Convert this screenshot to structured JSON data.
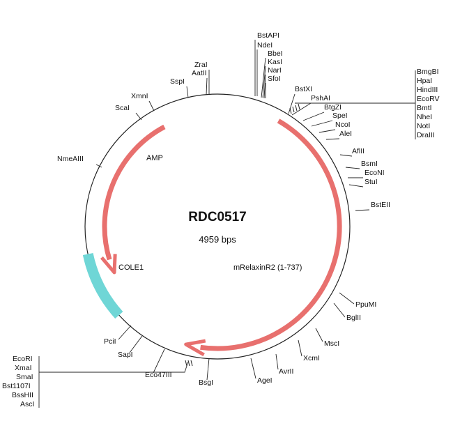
{
  "plasmid": {
    "name": "RDC0517",
    "size_label": "4959 bps"
  },
  "features": [
    {
      "id": "amp",
      "label": "AMP",
      "color": "#e8706e",
      "direction": "reverse"
    },
    {
      "id": "mrelaxin",
      "label": "mRelaxinR2 (1-737)",
      "color": "#e8706e",
      "direction": "forward"
    },
    {
      "id": "cole1",
      "label": "COLE1",
      "color": "#6fd6d6",
      "direction": "none"
    }
  ],
  "sites": {
    "bstapi": "BstAPI",
    "ndei": "NdeI",
    "bbei": "BbeI",
    "kasi": "KasI",
    "nari": "NarI",
    "sfoi": "SfoI",
    "zrai": "ZraI",
    "aatii": "AatII",
    "sspi": "SspI",
    "xmni": "XmnI",
    "scai": "ScaI",
    "nmeaiii": "NmeAIII",
    "bstxi": "BstXI",
    "pshai": "PshAI",
    "btgzi": "BtgZI",
    "spei": "SpeI",
    "ncoi": "NcoI",
    "alei": "AleI",
    "aflii": "AflII",
    "bsmi": "BsmI",
    "econi": "EcoNI",
    "stui": "StuI",
    "bsteii": "BstEII",
    "ppumi": "PpuMI",
    "bglii": "BglII",
    "msci": "MscI",
    "xcmi": "XcmI",
    "avrii": "AvrII",
    "agei": "AgeI",
    "bsgi": "BsgI",
    "eco47iii": "Eco47III",
    "sapi": "SapI",
    "pcii": "PciI",
    "bmgbi": "BmgBI",
    "hpai": "HpaI",
    "hindiii": "HindIII",
    "ecorv": "EcoRV",
    "bmti": "BmtI",
    "nhei": "NheI",
    "noti": "NotI",
    "draiii": "DraIII",
    "ecori": "EcoRI",
    "xmai": "XmaI",
    "smai": "SmaI",
    "bst1107i": "Bst1107I",
    "bsshii": "BssHII",
    "asci": "AscI"
  }
}
